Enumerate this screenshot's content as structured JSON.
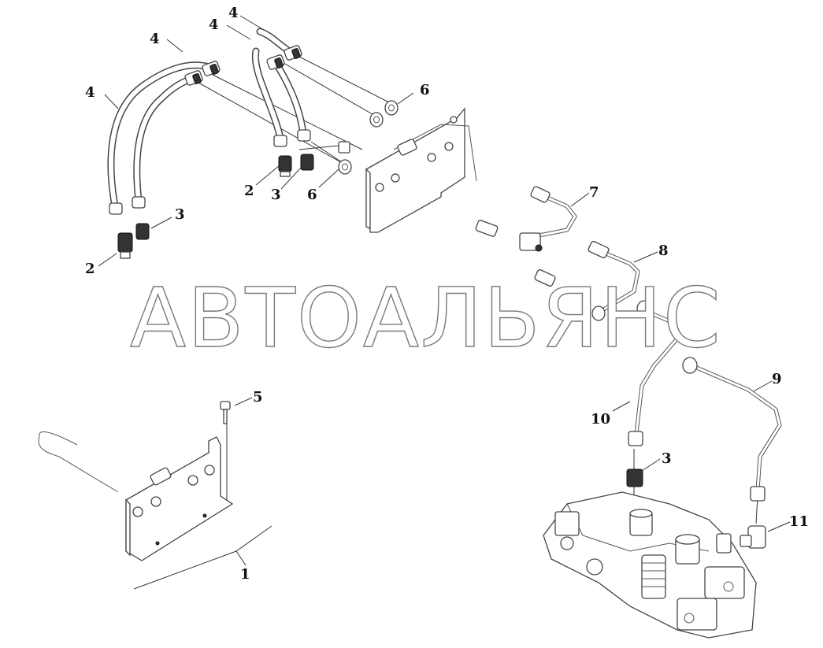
{
  "watermark": "АВТОАЛЬЯНС",
  "callouts": [
    {
      "id": "c4a",
      "text": "4"
    },
    {
      "id": "c4b",
      "text": "4"
    },
    {
      "id": "c4c",
      "text": "4"
    },
    {
      "id": "c4d",
      "text": "4"
    },
    {
      "id": "c6a",
      "text": "6"
    },
    {
      "id": "c2a",
      "text": "2"
    },
    {
      "id": "c3a",
      "text": "3"
    },
    {
      "id": "c6b",
      "text": "6"
    },
    {
      "id": "c7",
      "text": "7"
    },
    {
      "id": "c3b",
      "text": "3"
    },
    {
      "id": "c2b",
      "text": "2"
    },
    {
      "id": "c8",
      "text": "8"
    },
    {
      "id": "c9",
      "text": "9"
    },
    {
      "id": "c10",
      "text": "10"
    },
    {
      "id": "c5",
      "text": "5"
    },
    {
      "id": "c3c",
      "text": "3"
    },
    {
      "id": "c11",
      "text": "11"
    },
    {
      "id": "c1",
      "text": "1"
    }
  ]
}
